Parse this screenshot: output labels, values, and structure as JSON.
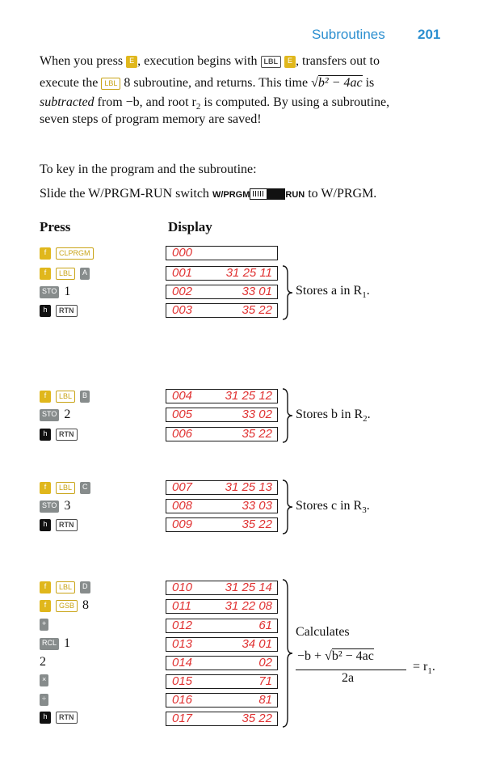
{
  "header": {
    "title": "Subroutines",
    "page": "201"
  },
  "intro": {
    "line1_a": "When you press",
    "line1_b": ", execution begins with",
    "line1_c": ", transfers out to",
    "line2_a": "execute the",
    "line2_b": "8 subroutine, and returns. This time",
    "line2_c": "is",
    "line3_a": "subtracted",
    "line3_b": "from −b, and root r",
    "line3_sub": "2",
    "line3_c": "is computed. By using a subroutine,",
    "line4": "seven steps of program memory are saved!",
    "sqrt_expr": "b² − 4ac"
  },
  "instructions": {
    "line1": "To key in the program and the subroutine:",
    "line2_a": "Slide the W/PRGM-RUN switch",
    "switch_left": "W/PRGM",
    "switch_right": "RUN",
    "line2_b": "to W/PRGM."
  },
  "columns": {
    "press": "Press",
    "display": "Display"
  },
  "keys": {
    "f": "f",
    "h": "h",
    "clprgm": "CLPRGM",
    "lbl": "LBL",
    "sto": "STO",
    "rcl": "RCL",
    "rtn": "RTN",
    "gsb": "GSB",
    "a": "A",
    "b": "B",
    "c": "C",
    "d": "D",
    "e": "E",
    "plus": "+",
    "times": "×",
    "div": "÷"
  },
  "press_values": {
    "sto1": "1",
    "sto2": "2",
    "sto3": "3",
    "gsb8": "8",
    "rcl1": "1",
    "two": "2"
  },
  "display": [
    {
      "step": "000",
      "code": ""
    },
    {
      "step": "001",
      "code": "31 25 11"
    },
    {
      "step": "002",
      "code": "33 01"
    },
    {
      "step": "003",
      "code": "35 22"
    },
    {
      "step": "004",
      "code": "31 25 12"
    },
    {
      "step": "005",
      "code": "33 02"
    },
    {
      "step": "006",
      "code": "35 22"
    },
    {
      "step": "007",
      "code": "31 25 13"
    },
    {
      "step": "008",
      "code": "33 03"
    },
    {
      "step": "009",
      "code": "35 22"
    },
    {
      "step": "010",
      "code": "31 25 14"
    },
    {
      "step": "011",
      "code": "31 22 08"
    },
    {
      "step": "012",
      "code": "61"
    },
    {
      "step": "013",
      "code": "34 01"
    },
    {
      "step": "014",
      "code": "02"
    },
    {
      "step": "015",
      "code": "71"
    },
    {
      "step": "016",
      "code": "81"
    },
    {
      "step": "017",
      "code": "35 22"
    }
  ],
  "notes": {
    "stores_a": "Stores a in R",
    "stores_a_sub": "1",
    "stores_b": "Stores b in R",
    "stores_b_sub": "2",
    "stores_c": "Stores c in R",
    "stores_c_sub": "3",
    "calculates": "Calculates",
    "numerator_a": "−b + ",
    "numerator_b": "b² − 4ac",
    "denominator": "2a",
    "result": "= r",
    "result_sub": "1",
    "result_end": "."
  },
  "colors": {
    "header": "#2c8fd0",
    "display_text": "#e03232",
    "key_gold": "#e0b71c",
    "key_gray": "#878c8c"
  }
}
